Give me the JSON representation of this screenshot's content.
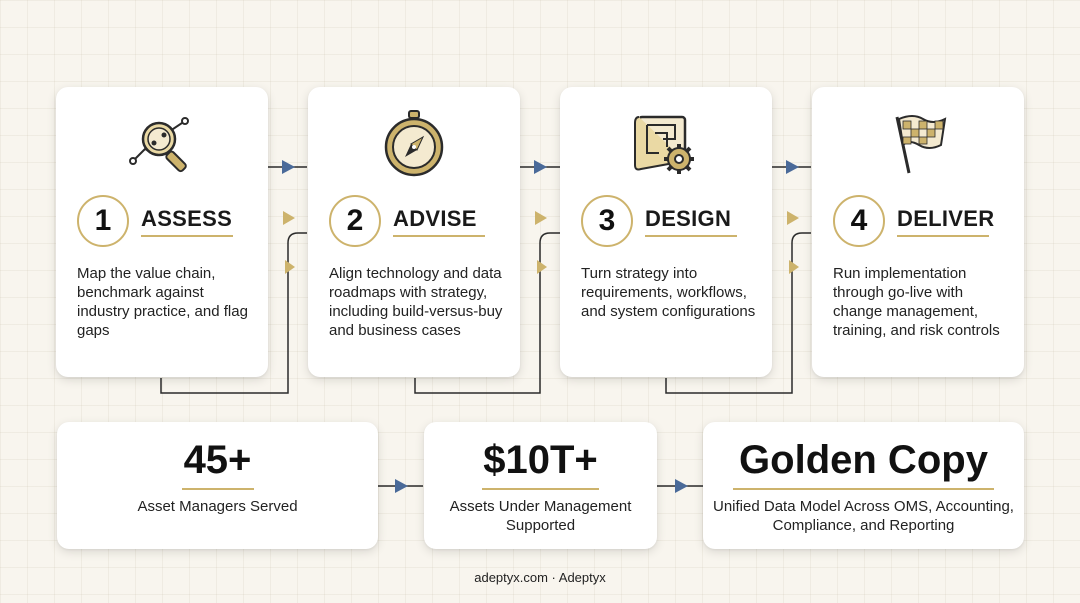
{
  "steps": [
    {
      "number": "1",
      "title": "ASSESS",
      "description": "Map the value chain, benchmark against industry practice, and flag gaps",
      "icon": "analytics-magnifier-icon"
    },
    {
      "number": "2",
      "title": "ADVISE",
      "description": "Align technology and data roadmaps with strategy, including build-versus-buy and business cases",
      "icon": "compass-icon"
    },
    {
      "number": "3",
      "title": "DESIGN",
      "description": "Turn strategy into requirements, workflows, and system configurations",
      "icon": "blueprint-gear-icon"
    },
    {
      "number": "4",
      "title": "DELIVER",
      "description": "Run implementation through go-live with change management, training, and risk controls",
      "icon": "checkered-flag-icon"
    }
  ],
  "stats": [
    {
      "value": "45+",
      "label": "Asset Managers Served"
    },
    {
      "value": "$10T+",
      "label": "Assets Under Management Supported"
    },
    {
      "value": "Golden Copy",
      "label": "Unified Data Model Across OMS, Accounting, Compliance, and Reporting"
    }
  ],
  "footer": "adeptyx.com · Adeptyx",
  "colors": {
    "accent_gold": "#cdb36c",
    "arrow_blue": "#4a6a99",
    "background": "#f8f5ee"
  }
}
